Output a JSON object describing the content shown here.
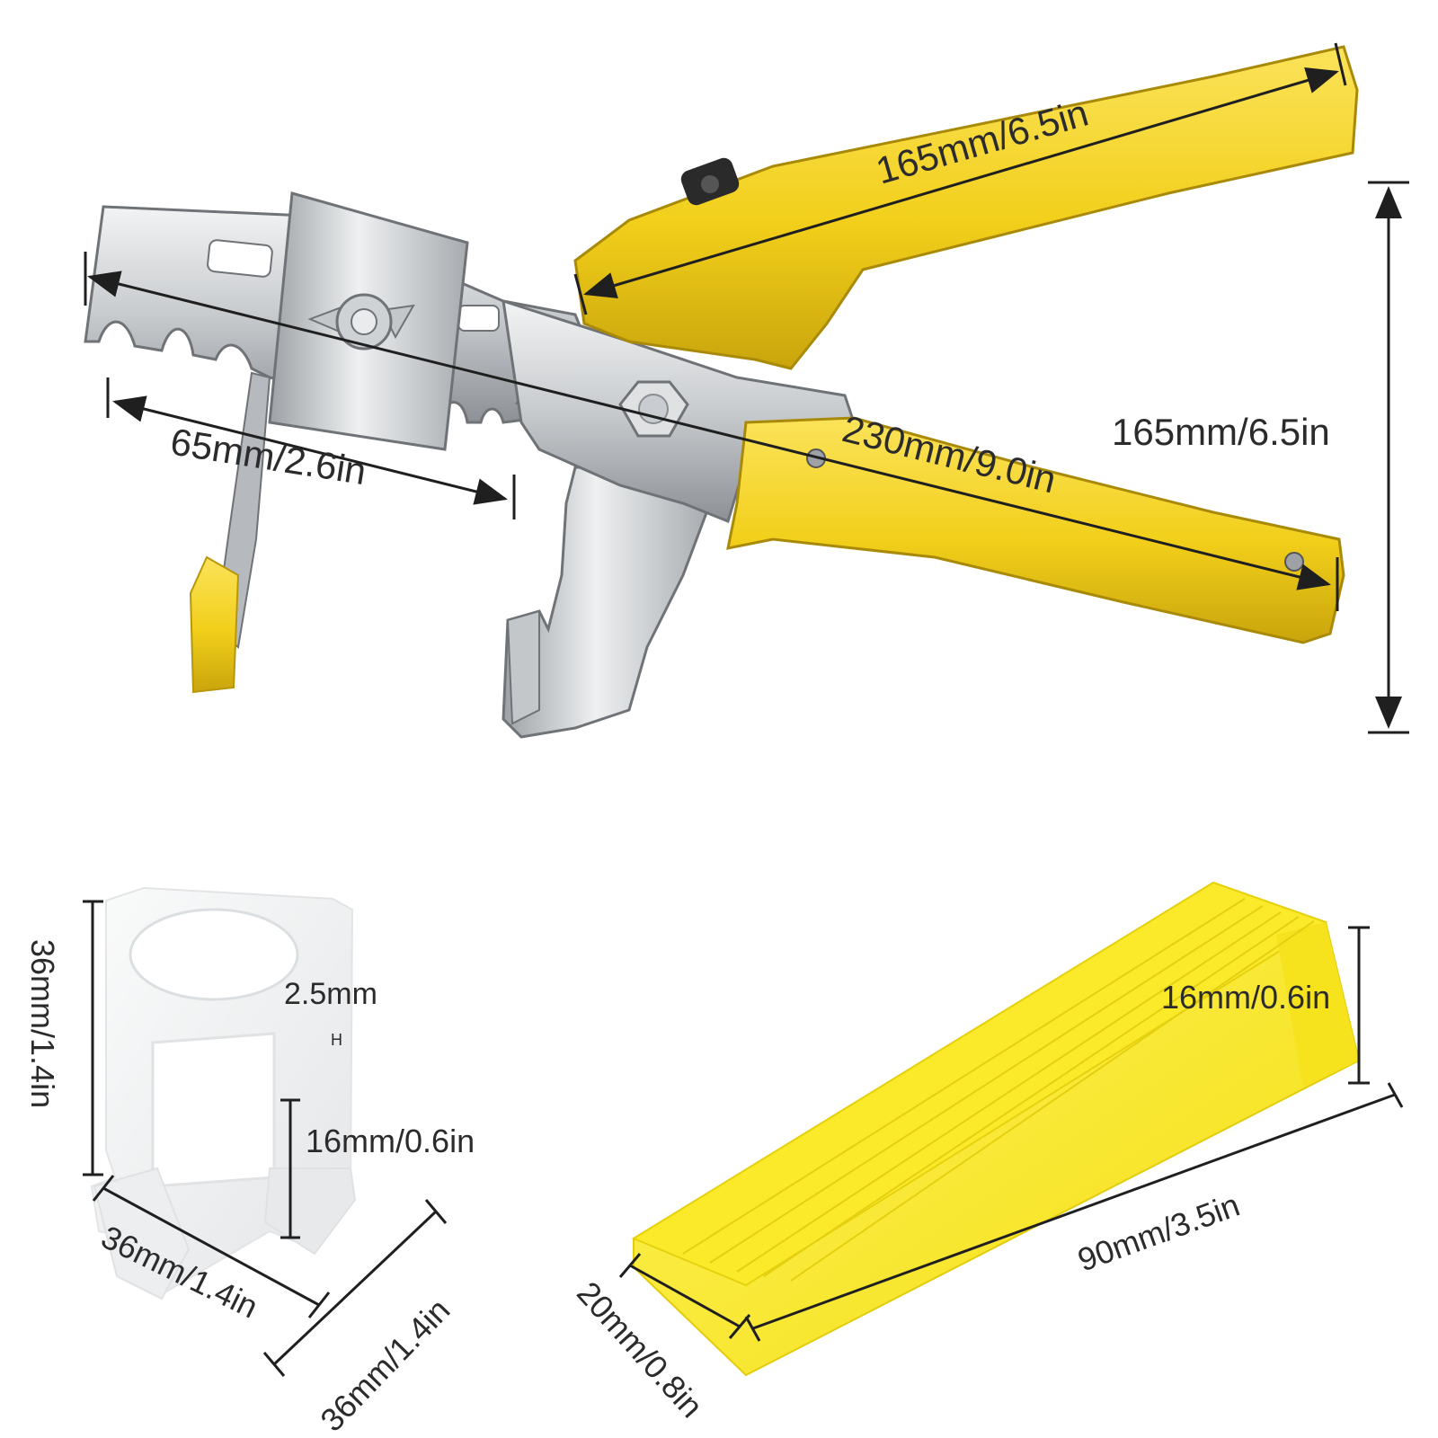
{
  "colors": {
    "handle_yellow": "#f2d21c",
    "handle_shadow": "#c9a80f",
    "steel_light": "#e4e6e8",
    "steel_mid": "#b9bcc0",
    "steel_dark": "#7c8085",
    "clip_white": "#f1f2f3",
    "wedge_yellow": "#fbe928",
    "line": "#1f1f1f"
  },
  "pliers": {
    "upper_handle_length": "165mm/6.5in",
    "overall_length": "230mm/9.0in",
    "jaw_length": "65mm/2.6in",
    "height": "165mm/6.5in"
  },
  "clip": {
    "height": "36mm/1.4in",
    "gap": "2.5mm",
    "gap_mark": "H",
    "tile_thickness": "16mm/0.6in",
    "width": "36mm/1.4in",
    "depth": "36mm/1.4in"
  },
  "wedge": {
    "height": "16mm/0.6in",
    "length": "90mm/3.5in",
    "width": "20mm/0.8in"
  }
}
